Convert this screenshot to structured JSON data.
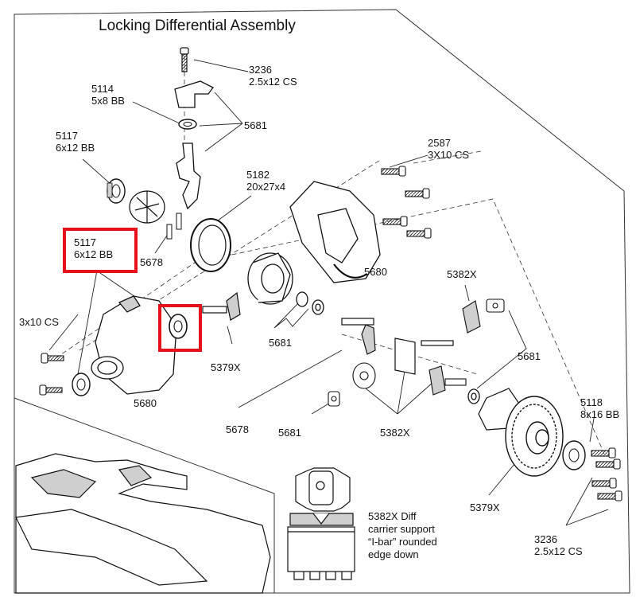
{
  "title": "Locking Differential Assembly",
  "labels": {
    "p3236_top": "3236\n2.5x12 CS",
    "p5114": "5114\n5x8 BB",
    "p5681_top": "5681",
    "p5117_top": "5117\n6x12 BB",
    "p2587": "2587\n3X10 CS",
    "p5182": "5182\n20x27x4",
    "p5117_boxed": "5117\n6x12 BB",
    "p5678_top": "5678",
    "p5680_right": "5680",
    "p5382x_top": "5382X",
    "p3x10": "3x10 CS",
    "p5681_mid": "5681",
    "p5379x_left": "5379X",
    "p5681_right": "5681",
    "p5680_left": "5680",
    "p5118": "5118\n8x16 BB",
    "p5678_bot": "5678",
    "p5681_bot": "5681",
    "p5382x_bot": "5382X",
    "p5379x_bot": "5379X",
    "p3236_bot": "3236\n2.5x12 CS"
  },
  "inset_callout": "5382X Diff\ncarrier support\n“I-bar” rounded\nedge down",
  "colors": {
    "highlight": "#e8101a",
    "line": "#1a1a1a",
    "fill": "#ffffff",
    "shade": "#cfcfcf"
  }
}
